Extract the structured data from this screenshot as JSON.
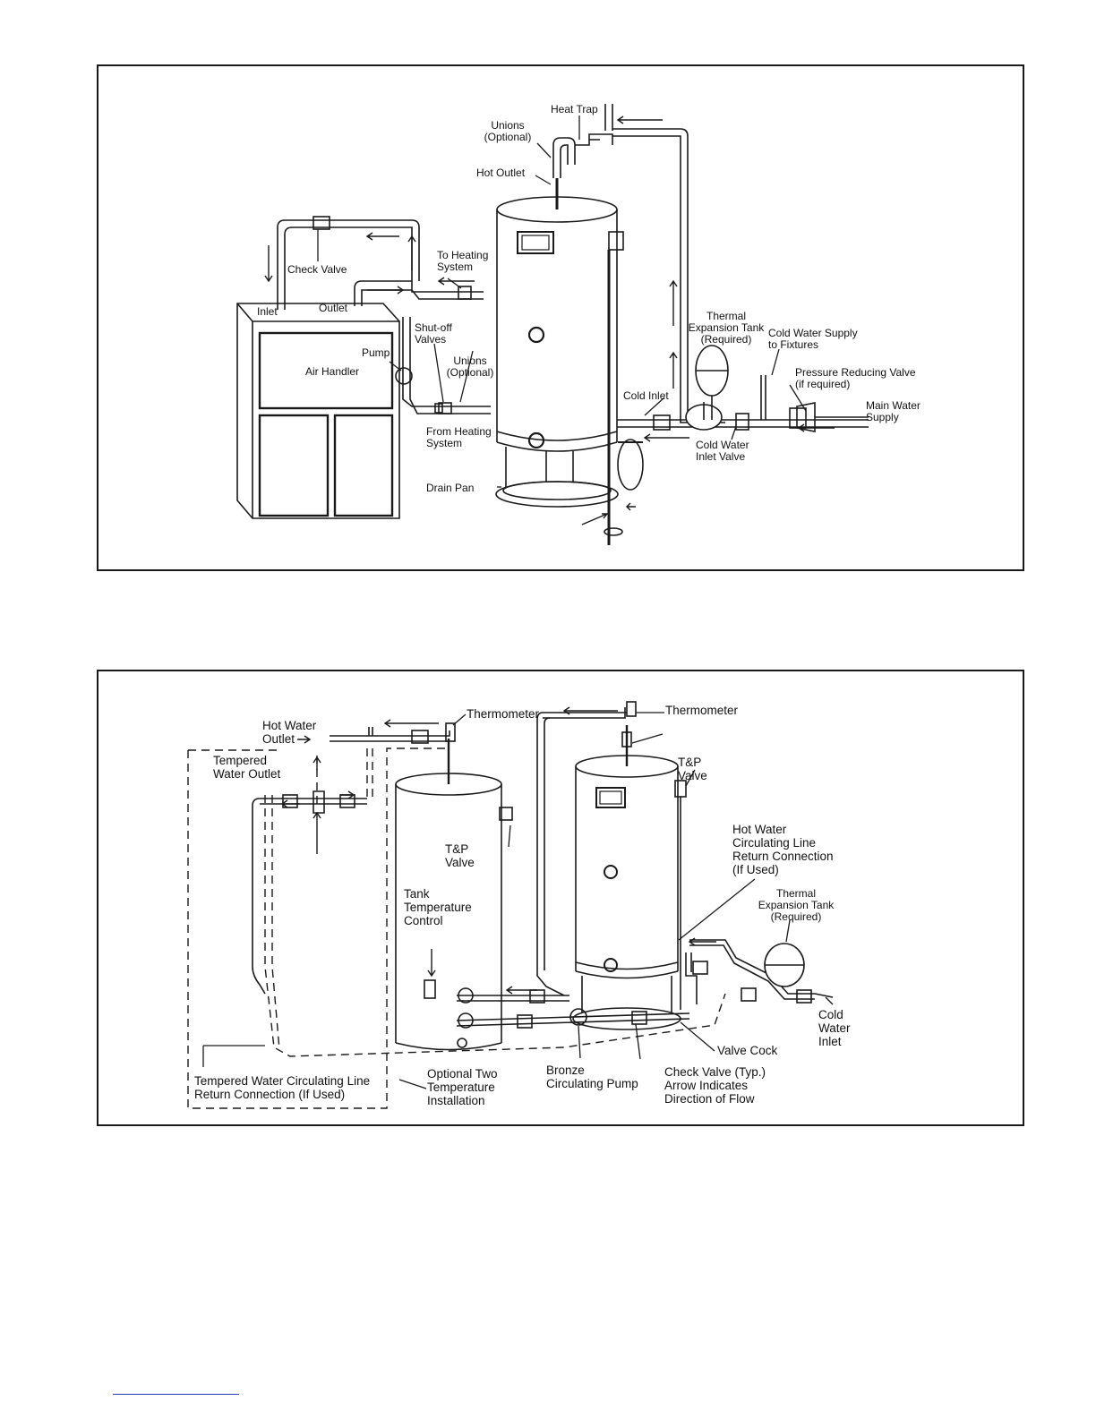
{
  "colors": {
    "line": "#1a1a1a",
    "border": "#1a1a1a",
    "footer_link": "#2b3bbf"
  },
  "diagram_1": {
    "labels": {
      "heat_trap": "Heat Trap",
      "unions_top_1": "Unions",
      "unions_top_2": "(Optional)",
      "hot_outlet": "Hot Outlet",
      "check_valve": "Check Valve",
      "to_heating_1": "To Heating",
      "to_heating_2": "System",
      "inlet": "Inlet",
      "outlet": "Outlet",
      "pump": "Pump",
      "air_handler": "Air Handler",
      "shutoff_1": "Shut-off",
      "shutoff_2": "Valves",
      "unions_mid_1": "Unions",
      "unions_mid_2": "(Optional)",
      "from_heating_1": "From Heating",
      "from_heating_2": "System",
      "drain_pan": "Drain Pan",
      "cold_inlet": "Cold Inlet",
      "thermal_1": "Thermal",
      "thermal_2": "Expansion Tank",
      "thermal_3": "(Required)",
      "cold_supply_1": "Cold Water Supply",
      "cold_supply_2": "to Fixtures",
      "prv_1": "Pressure Reducing Valve",
      "prv_2": "(if required)",
      "main_water_1": "Main Water",
      "main_water_2": "Supply",
      "cold_inlet_valve_1": "Cold Water",
      "cold_inlet_valve_2": "Inlet Valve"
    }
  },
  "diagram_2": {
    "labels": {
      "hot_water_outlet_1": "Hot Water",
      "hot_water_outlet_2": "Outlet",
      "thermometer_left": "Thermometer",
      "thermometer_right": "Thermometer",
      "tempered_outlet_1": "Tempered",
      "tempered_outlet_2": "Water Outlet",
      "tp_valve_right_1": "T&P",
      "tp_valve_right_2": "Valve",
      "tp_valve_left_1": "T&P",
      "tp_valve_left_2": "Valve",
      "tank_temp_1": "Tank",
      "tank_temp_2": "Temperature",
      "tank_temp_3": "Control",
      "hw_circ_1": "Hot Water",
      "hw_circ_2": "Circulating Line",
      "hw_circ_3": "Return Connection",
      "hw_circ_4": "(If Used)",
      "thermal_1": "Thermal",
      "thermal_2": "Expansion Tank",
      "thermal_3": "(Required)",
      "cold_water_inlet_1": "Cold",
      "cold_water_inlet_2": "Water",
      "cold_water_inlet_3": "Inlet",
      "valve_cock": "Valve Cock",
      "tempered_circ_1": "Tempered Water Circulating Line",
      "tempered_circ_2": "Return Connection (If Used)",
      "optional_two_1": "Optional Two",
      "optional_two_2": "Temperature",
      "optional_two_3": "Installation",
      "bronze_1": "Bronze",
      "bronze_2": "Circulating Pump",
      "check_valve_typ_1": "Check Valve (Typ.)",
      "check_valve_typ_2": "Arrow Indicates",
      "check_valve_typ_3": "Direction of Flow"
    }
  }
}
